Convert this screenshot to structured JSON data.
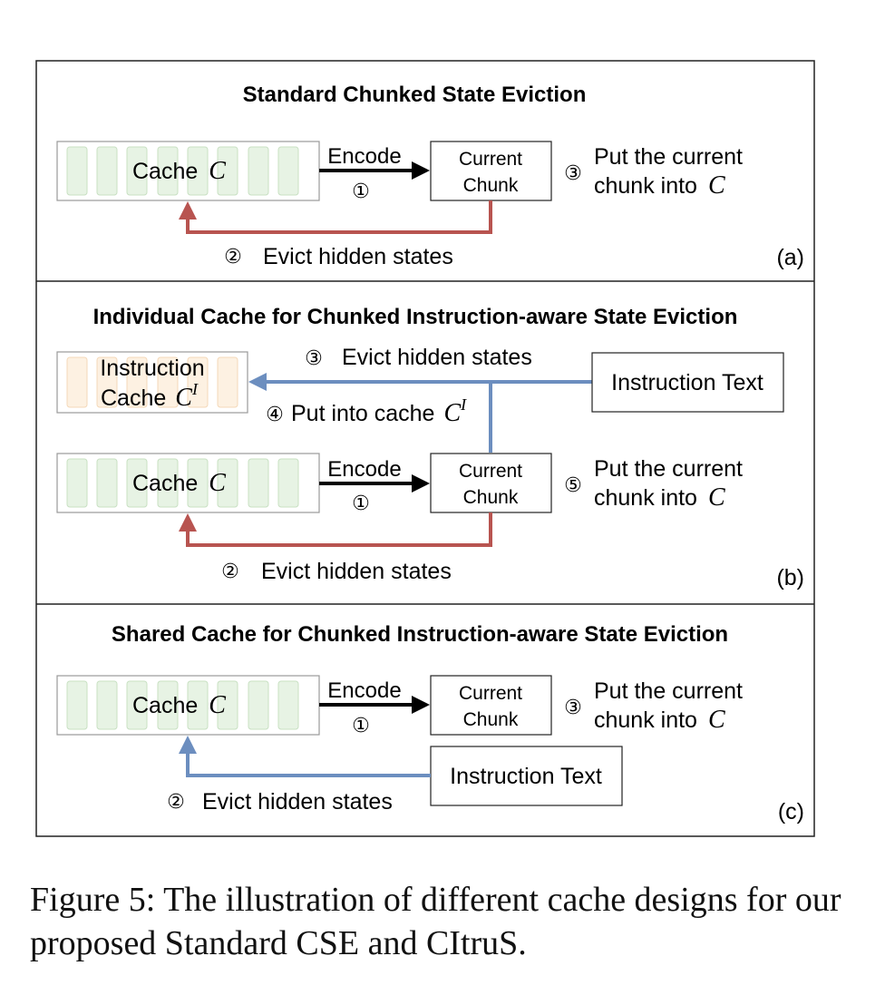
{
  "panel_a": {
    "title": "Standard Chunked State Eviction",
    "cache_label": "Cache",
    "cache_var": "C",
    "encode_label": "Encode",
    "encode_step": "①",
    "chunk_line1": "Current",
    "chunk_line2": "Chunk",
    "put_step": "③",
    "put_line1": "Put the current",
    "put_line2": "chunk into",
    "put_var": "C",
    "evict_step": "②",
    "evict_label": "Evict hidden states",
    "tag": "(a)"
  },
  "panel_b": {
    "title": "Individual Cache for Chunked Instruction-aware State Eviction",
    "instr_cache_line1": "Instruction",
    "instr_cache_line2": "Cache",
    "instr_cache_var": "C",
    "instr_cache_sup": "I",
    "evict_top_step": "③",
    "evict_top_label": "Evict hidden states",
    "instruction_text": "Instruction Text",
    "put_into_step": "④",
    "put_into_label": "Put into cache",
    "put_into_var": "C",
    "put_into_sup": "I",
    "cache_label": "Cache",
    "cache_var": "C",
    "encode_label": "Encode",
    "encode_step": "①",
    "chunk_line1": "Current",
    "chunk_line2": "Chunk",
    "put_step": "⑤",
    "put_line1": "Put the current",
    "put_line2": "chunk into",
    "put_var": "C",
    "evict_step": "②",
    "evict_label": "Evict hidden states",
    "tag": "(b)"
  },
  "panel_c": {
    "title": "Shared Cache for Chunked Instruction-aware State Eviction",
    "cache_label": "Cache",
    "cache_var": "C",
    "encode_label": "Encode",
    "encode_step": "①",
    "chunk_line1": "Current",
    "chunk_line2": "Chunk",
    "put_step": "③",
    "put_line1": "Put the current",
    "put_line2": "chunk into",
    "put_var": "C",
    "instruction_text": "Instruction Text",
    "evict_step": "②",
    "evict_label": "Evict hidden states",
    "tag": "(c)"
  },
  "caption": "Figure 5: The illustration of different cache designs for our proposed Standard CSE and CItruS.",
  "colors": {
    "evict_red": "#b85450",
    "instruction_blue": "#6c8ebf",
    "cache_slot_green": "#e7f3e4",
    "cache_slot_green_border": "#c8e0c2",
    "instr_slot_orange": "#fdf1e2",
    "instr_slot_orange_border": "#f4d8b8",
    "encode_black": "#000000"
  }
}
